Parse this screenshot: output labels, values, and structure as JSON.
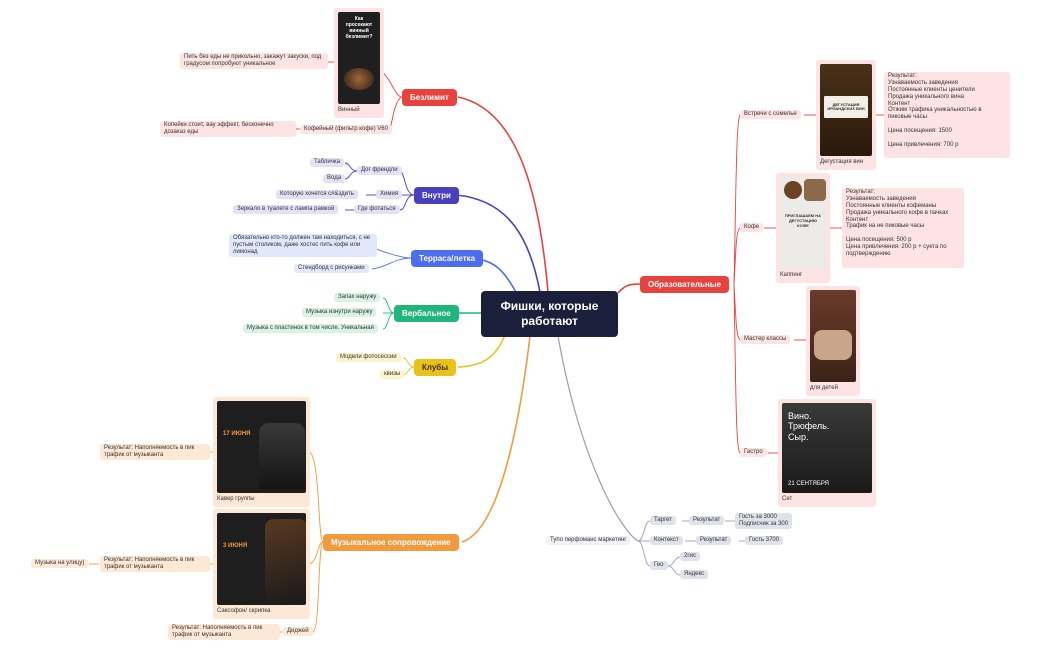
{
  "center": {
    "label": "Фишки, которые работают"
  },
  "colors": {
    "red": "#e8423f",
    "blue_dark": "#4a3fc1",
    "blue": "#4c6df0",
    "green": "#1fb57d",
    "yellow": "#e8c21b",
    "orange": "#f29a3e",
    "red_edu": "#e8423f",
    "grey": "#9aa0b0"
  },
  "bezlimit": {
    "label": "Безлимит",
    "card_caption": "Винный",
    "card_poster": "Как просекают винный безлимит?",
    "wine_note": "Пить без еды не прикольно, закажут закуски, под градусом попробуют уникальное",
    "coffee": "Кофейный (фильтр кофе) V60",
    "coffee_note": "Копейки стоит, вау эффект, бесконечно дозаказ еды"
  },
  "vnutri": {
    "label": "Внутри",
    "dog": "Дог френдли",
    "dog_items": [
      "Табличка",
      "Вода"
    ],
    "chem": "Химия",
    "chem_item": "Которую хочется с#&здить",
    "photo": "Где фотаться",
    "photo_item": "Зеркало в туалете с лампа рамкой"
  },
  "terrace": {
    "label": "Терраса/летка",
    "note": "Обязательно кто-то должен там находиться, с не пустым столиком, даже хостес пить кофе или лимонад",
    "stand": "Стендборд с рисунками"
  },
  "verbal": {
    "label": "Вербальное",
    "items": [
      "Запах наружу",
      "Музыка изнутри наружу",
      "Музыка с пластинок в том числе. Уникальная"
    ]
  },
  "clubs": {
    "label": "Клубы",
    "items": [
      "Модели фотосессии",
      "квизы"
    ]
  },
  "music": {
    "label": "Музыкальное сопровождение",
    "cover_caption": "Кавер группы",
    "cover_date": "17 ИЮНЯ",
    "sax_caption": "Саксофон/ скрипка",
    "sax_date": "3 ИЮНЯ",
    "result1": "Результат: Наполняемость в пик трафик от музыканта",
    "result2": "Результат: Наполняемость в пик трафик от музыканта",
    "street": "Музыка на улицу)",
    "dj": "Диджей",
    "result3": "Результат: Наполняемость в пик трафик от музыканта"
  },
  "edu": {
    "label": "Образовательные",
    "somm": "Встречи с сомелье",
    "somm_caption": "Дегустация вин",
    "somm_poster": "ДЕГУСТАЦИЯ ИРЛАНДСКИХ ВИН",
    "somm_result": "Результат:\nУзнаваемость заведения\nПостоянные клиенты ценители\nПродажа уникального вина\nКонтент\nОтжим трафика уникальностью в пиковые часы\n\nЦена посещения: 1500\n\nЦена привлечения: 700 р",
    "coffee": "Кофе",
    "coffee_caption": "Каппинг",
    "coffee_poster": "ПРИГЛАШАЕМ НА ДЕГУСТАЦИЮ КОФЕ",
    "coffee_result": "Результат:\nУзнаваемость заведения\nПостоянные клиенты кофеманы\nПродажа уникального кофе в пачках\nКонтент\nТрафик на не пиковые часы\n\nЦена посещения: 500 р\nЦена привлечения: 200 р + суета по подтверждению",
    "master": "Мастер классы",
    "master_caption": "для детей",
    "gastro": "Гастро",
    "gastro_caption": "Сет",
    "gastro_poster": "Вино.\nТрюфель.\nСыр.",
    "gastro_date": "21 СЕНТЯБРЯ"
  },
  "perf": {
    "label": "Тупо перфоманс маркетинг",
    "target": "Таргет",
    "target_result": "Результат",
    "target_value": "Гость за 3000\nПодписчик за 300",
    "context": "Контекст",
    "context_result": "Результат",
    "context_value": "Гость 3700",
    "geo": "Гео",
    "geo_items": [
      "2гис",
      "Яндекс"
    ]
  }
}
